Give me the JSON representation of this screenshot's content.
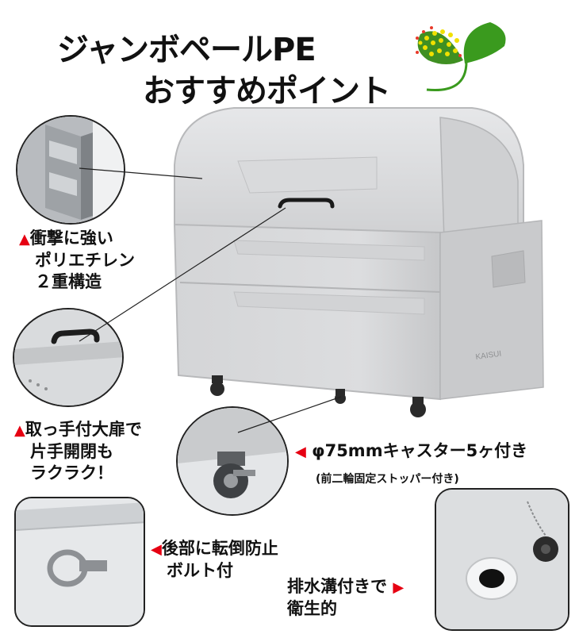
{
  "title": {
    "line1": "ジャンボペールPE",
    "line2": "おすすめポイント"
  },
  "features": {
    "impact": {
      "marker": "▲",
      "lines": [
        "衝撃に強い",
        "ポリエチレン",
        "２重構造"
      ]
    },
    "handle": {
      "marker": "▲",
      "lines": [
        "取っ手付大扉で",
        "片手開閉も",
        "ラクラク！"
      ]
    },
    "caster": {
      "marker": "◀",
      "text": "φ75mmキャスター5ヶ付き",
      "sub": "(前二輪固定ストッパー付き)"
    },
    "bolt": {
      "marker": "◀",
      "lines": [
        "後部に転倒防止",
        "ボルト付"
      ]
    },
    "drain": {
      "marker": "▶",
      "lines": [
        "排水溝付きで",
        "衛生的"
      ]
    }
  },
  "product_brand": "KAISUI",
  "colors": {
    "accent_red": "#e60012",
    "leaf_green": "#3a9a1e",
    "product_gray": "#d8d9db"
  }
}
